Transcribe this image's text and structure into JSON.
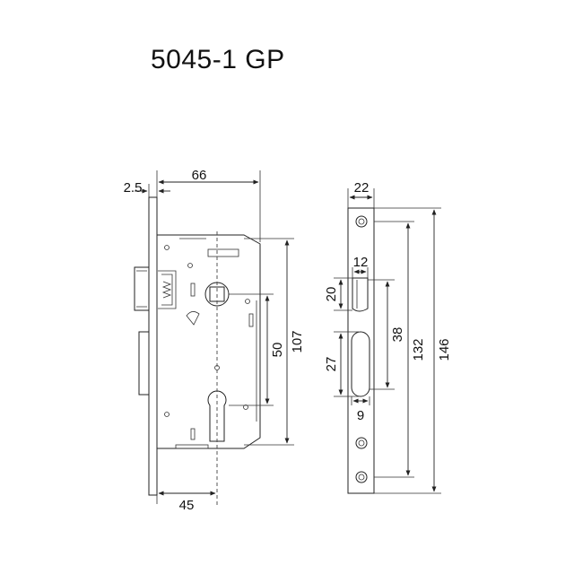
{
  "title": "5045-1 GP",
  "dimensions": {
    "faceplate_offset": "2.5",
    "backset_width": "66",
    "center_offset": "45",
    "body_height": "107",
    "handle_to_cylinder": "50",
    "faceplate_width": "22",
    "latch_width": "12",
    "latch_height": "20",
    "latch_to_bolt": "38",
    "bolt_height": "27",
    "bolt_width": "9",
    "screw_span": "132",
    "faceplate_height": "146"
  }
}
